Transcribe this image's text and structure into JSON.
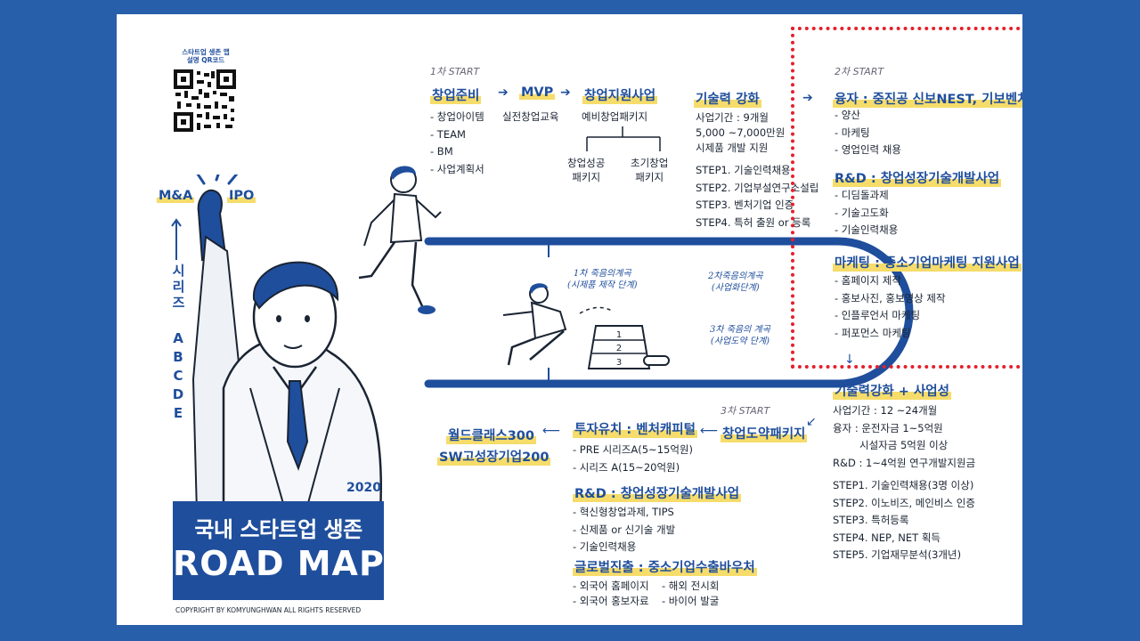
{
  "qr_label": [
    "스타트업 생존 맵",
    "설명 QR코드"
  ],
  "side_top_left": "M&A",
  "side_top_right": "IPO",
  "series_text": "시리즈 ABCDE",
  "year": "2020",
  "title_line1": "국내 스타트업 생존",
  "title_line2": "ROAD MAP",
  "copyright": "COPYRIGHT BY KOMYUNGHWAN ALL RIGHTS RESERVED",
  "stage1": {
    "start": "1차 START",
    "h_prep": "창업준비",
    "h_mvp": "MVP",
    "h_support": "창업지원사업",
    "prep_items": [
      "- 창업아이템",
      "- TEAM",
      "- BM",
      "- 사업계획서"
    ],
    "mvp_item": "실전창업교육",
    "support_item": "예비창업패키지",
    "support_sub1": [
      "창업성공",
      "패키지"
    ],
    "support_sub2": [
      "초기창업",
      "패키지"
    ]
  },
  "tech": {
    "heading": "기술력 강화",
    "items": [
      "사업기간 : 9개월",
      "5,000 ~7,000만원",
      "시제품 개발 지원"
    ],
    "steps": [
      "STEP1. 기술인력채용",
      "STEP2. 기업부설연구소설립",
      "STEP3. 벤처기업 인증",
      "STEP4. 특허 출원 or 등록"
    ]
  },
  "stage2": {
    "start": "2차 START",
    "h_fund": "융자 : 중진공 신보NEST, 기보벤처",
    "fund_items": [
      "- 양산",
      "- 마케팅",
      "- 영업인력 채용"
    ],
    "h_rnd": "R&D : 창업성장기술개발사업",
    "rnd_items": [
      "- 디딤돌과제",
      "- 기술고도화",
      "- 기술인력채용"
    ],
    "h_mkt": "마케팅 : 중소기업마케팅 지원사업",
    "mkt_items": [
      "- 홈페이지 제작",
      "- 홍보사진, 홍보영상 제작",
      "- 인플루언서 마케팅",
      "- 퍼포먼스 마케팅"
    ]
  },
  "death_valleys": [
    [
      "1차 죽음의계곡",
      "(시제품 제작 단계)"
    ],
    [
      "2차죽음의계곡",
      "(사업화단계)"
    ],
    [
      "3차 죽음의 계곡",
      "(사업도약 단계)"
    ]
  ],
  "box_labels": [
    "1",
    "2",
    "3"
  ],
  "tech_biz": {
    "heading": "기술력강화 + 사업성",
    "items": [
      "사업기간 : 12 ~24개월",
      "융자 : 운전자금 1~5억원",
      "시설자금 5억원 이상",
      "R&D : 1~4억원 연구개발지원금"
    ],
    "steps": [
      "STEP1. 기술인력채용(3명 이상)",
      "STEP2. 이노비즈, 메인비스 인증",
      "STEP3. 특허등록",
      "STEP4. NEP, NET 획득",
      "STEP5. 기업재무분석(3개년)"
    ]
  },
  "stage3": {
    "start": "3차 START",
    "h_leap": "창업도약패키지",
    "h_invest": "투자유치 : 벤처캐피털",
    "invest_items": [
      "- PRE 시리즈A(5~15억원)",
      "- 시리즈 A(15~20억원)"
    ],
    "h_rnd": "R&D : 창업성장기술개발사업",
    "rnd_items": [
      "- 혁신형창업과제, TIPS",
      "- 신제품 or 신기술 개발",
      "- 기술인력채용"
    ],
    "h_global": "글로벌진출 : 중소기업수출바우처",
    "global_items_left": [
      "- 외국어 홈페이지",
      "- 외국어 홍보자료"
    ],
    "global_items_right": [
      "- 해외 전시회",
      "- 바이어 발굴"
    ]
  },
  "final": [
    "월드클래스300",
    "SW고성장기업200"
  ],
  "colors": {
    "background": "#285faa",
    "primary": "#1f4e9c",
    "highlight": "#f6dc6a",
    "dotted_border": "#e4202c"
  }
}
